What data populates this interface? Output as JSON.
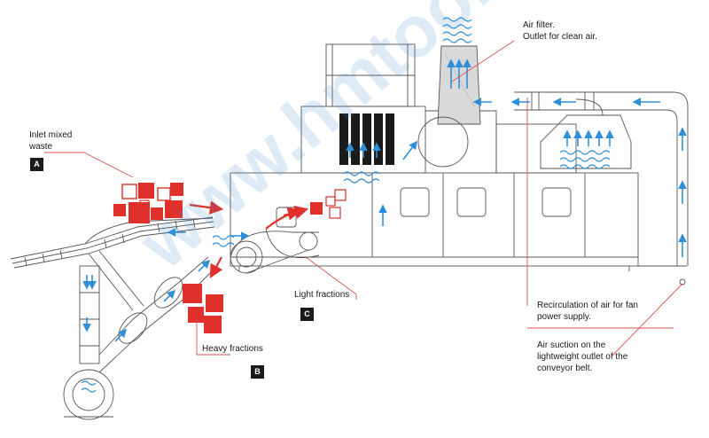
{
  "labels": {
    "inlet_mixed_waste_line1": "Inlet mixed",
    "inlet_mixed_waste_line2": "waste",
    "air_filter_line1": "Air filter.",
    "air_filter_line2": "Outlet for clean air.",
    "light_fractions": "Light fractions",
    "heavy_fractions": "Heavy fractions",
    "recirculation_line1": "Recirculation of air for fan",
    "recirculation_line2": "power supply.",
    "air_suction_line1": "Air suction on the",
    "air_suction_line2": "lightweight outlet of the",
    "air_suction_line3": "conveyor belt."
  },
  "tags": {
    "a": "A",
    "b": "B",
    "c": "C"
  },
  "watermark": "www.hmtools.ru",
  "colors": {
    "line": "#555555",
    "red": "#e0302b",
    "blue": "#2f8fd8",
    "leader": "#d9534f",
    "dark": "#1a1a1a"
  }
}
